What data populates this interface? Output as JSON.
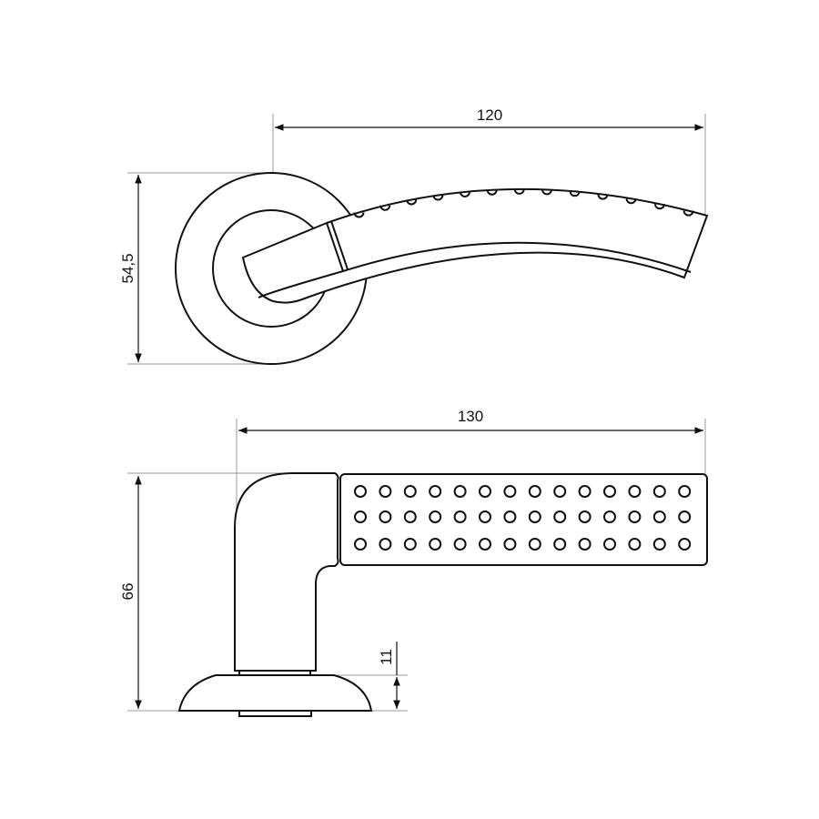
{
  "dimensions": {
    "top_length": "120",
    "top_height": "54,5",
    "side_length": "130",
    "side_height": "66",
    "rose_height": "11"
  },
  "colors": {
    "line": "#111111",
    "extension": "#999999",
    "background": "#ffffff"
  }
}
